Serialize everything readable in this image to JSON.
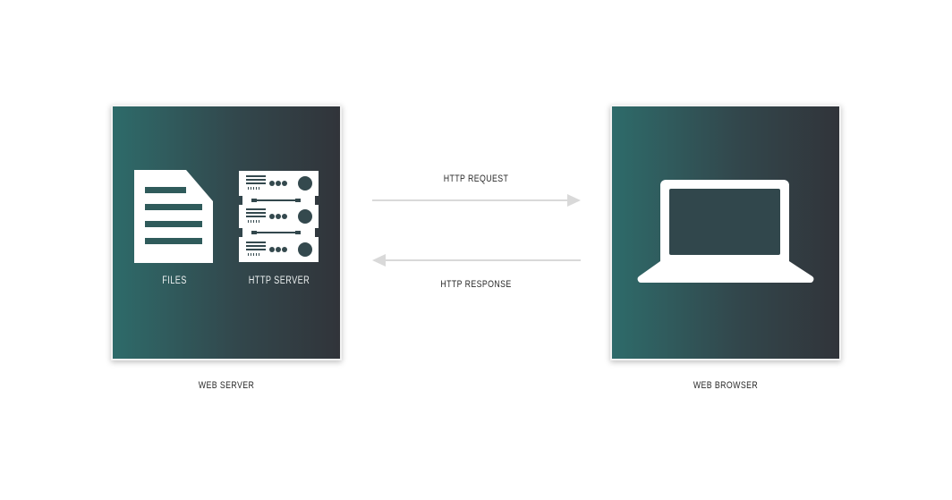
{
  "web_server": {
    "title": "WEB SERVER",
    "files_label": "FILES",
    "http_server_label": "HTTP SERVER"
  },
  "web_browser": {
    "title": "WEB BROWSER"
  },
  "arrows": {
    "request_label": "HTTP REQUEST",
    "response_label": "HTTP RESPONSE"
  },
  "colors": {
    "panel_left": "#2e6b6a",
    "panel_right": "#31343a",
    "arrow": "#d9d9d9"
  }
}
